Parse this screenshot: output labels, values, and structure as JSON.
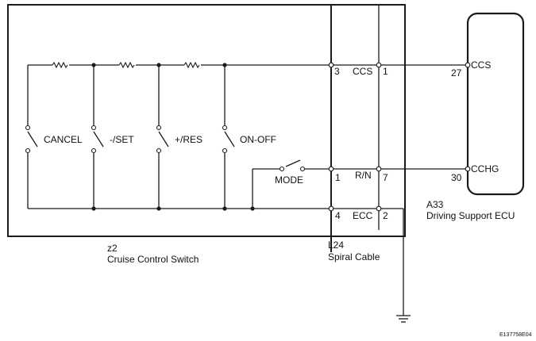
{
  "cruise_switch": {
    "code": "z2",
    "name": "Cruise Control Switch",
    "switches": [
      "CANCEL",
      "-/SET",
      "+/RES",
      "ON-OFF"
    ],
    "mode_switch": "MODE",
    "terminals": {
      "ccs": "3",
      "mode": "1",
      "ecc": "4"
    }
  },
  "spiral_cable": {
    "code": "L24",
    "name": "Spiral Cable",
    "signals": [
      "CCS",
      "R/N",
      "ECC"
    ],
    "terminals": {
      "ccs": "1",
      "rn": "7",
      "ecc": "2"
    }
  },
  "ecu": {
    "code": "A33",
    "name": "Driving Support ECU",
    "pins": [
      {
        "name": "CCS",
        "number": "27"
      },
      {
        "name": "CCHG",
        "number": "30"
      }
    ]
  },
  "figure_id": "E137758E04"
}
